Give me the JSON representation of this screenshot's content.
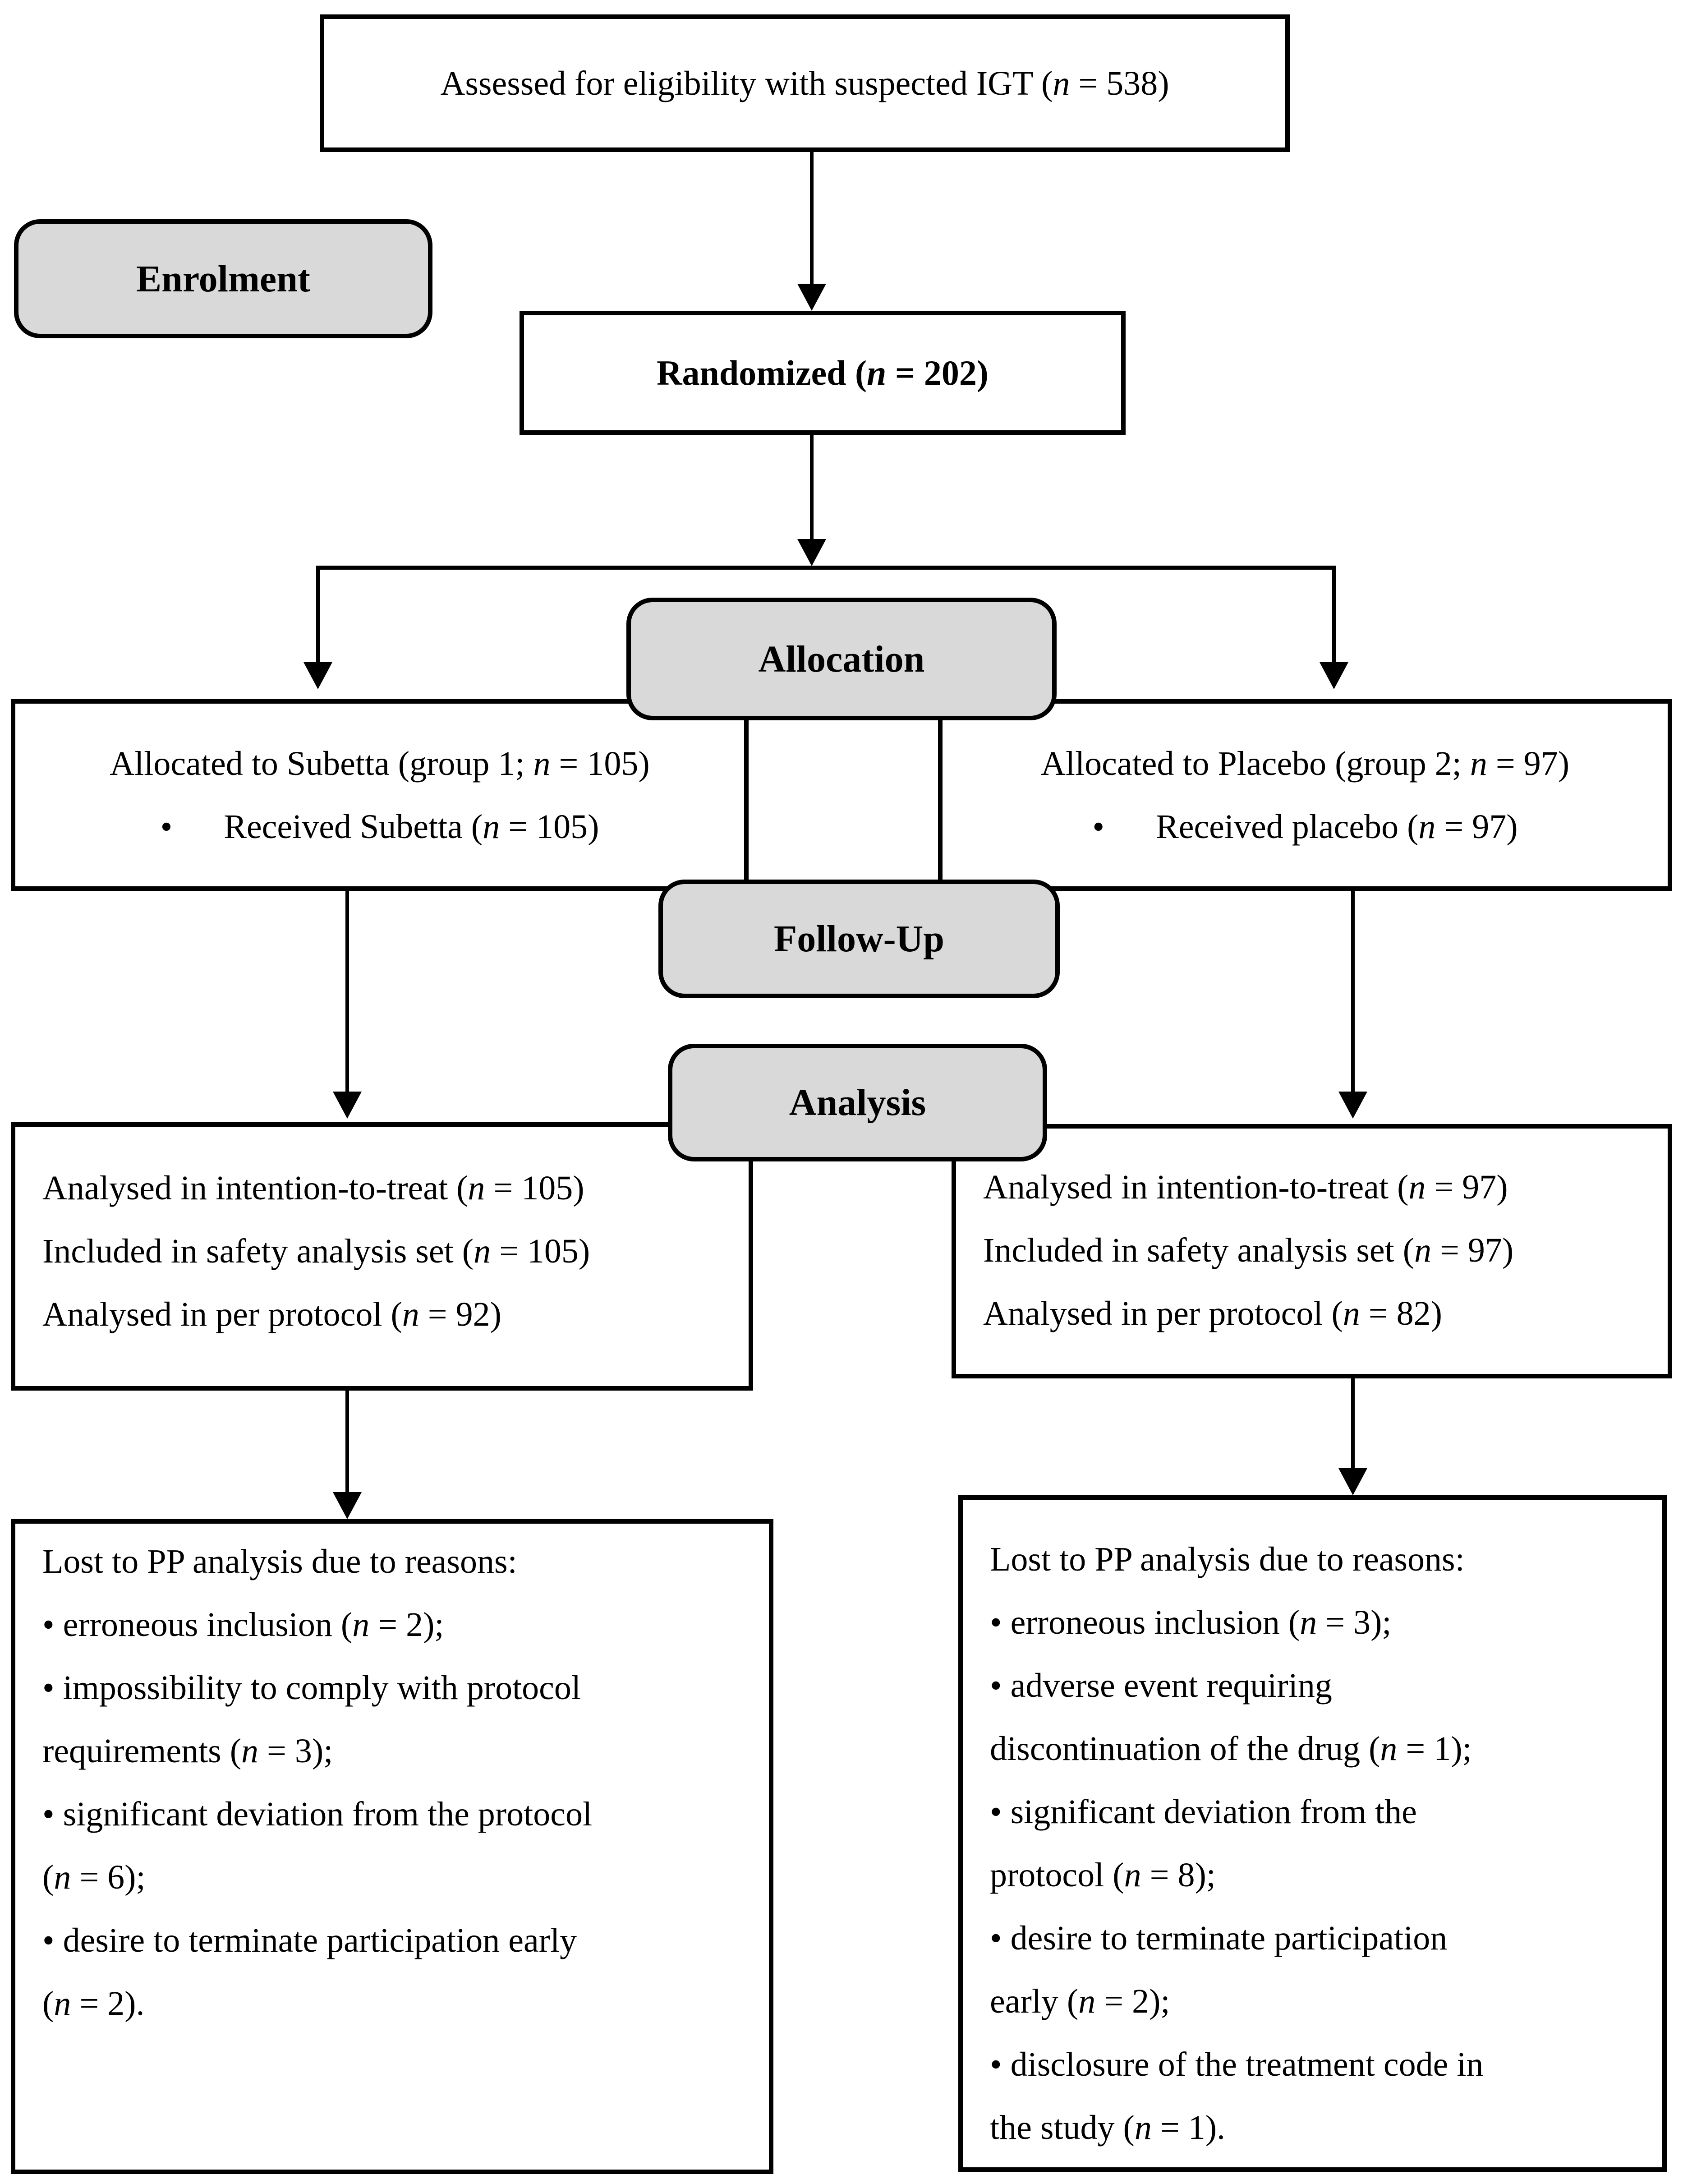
{
  "colors": {
    "stage_fill": "#d9d9d9",
    "line": "#000000",
    "box_fill": "#ffffff",
    "background": "#ffffff"
  },
  "flow": {
    "assessed_text": "Assessed for eligibility with suspected IGT (n = 538)",
    "enrolment_label": "Enrolment",
    "randomized_text": "Randomized (n = 202)",
    "allocation_label": "Allocation",
    "followup_label": "Follow-Up",
    "analysis_label": "Analysis",
    "allocation_left": {
      "lines": [
        "Allocated to Subetta (group 1; n = 105)",
        "•  Received Subetta (n = 105)"
      ]
    },
    "allocation_right": {
      "lines": [
        "Allocated to Placebo (group 2; n = 97)",
        "•  Received placebo (n = 97)"
      ]
    },
    "analysis_left": {
      "lines": [
        "Analysed in intention-to-treat (n = 105)",
        "Included in safety analysis set (n = 105)",
        "Analysed in per protocol (n = 92)"
      ]
    },
    "analysis_right": {
      "lines": [
        "Analysed in intention-to-treat (n = 97)",
        "Included in safety analysis set (n = 97)",
        "Analysed in per protocol (n = 82)"
      ]
    },
    "lost_left": {
      "lines": [
        "Lost to PP analysis due to reasons:",
        "• erroneous inclusion (n = 2);",
        "• impossibility to comply with protocol",
        "requirements (n = 3);",
        "• significant deviation from the protocol",
        "(n = 6);",
        "• desire to terminate participation early",
        "(n = 2)."
      ]
    },
    "lost_right": {
      "lines": [
        "Lost to PP analysis due to reasons:",
        "• erroneous inclusion (n = 3);",
        "• adverse event requiring",
        "discontinuation of the drug (n = 1);",
        "• significant deviation from the",
        "protocol (n = 8);",
        "• desire to terminate participation",
        "early (n = 2);",
        "• disclosure of the treatment code in",
        "the study (n = 1)."
      ]
    }
  }
}
